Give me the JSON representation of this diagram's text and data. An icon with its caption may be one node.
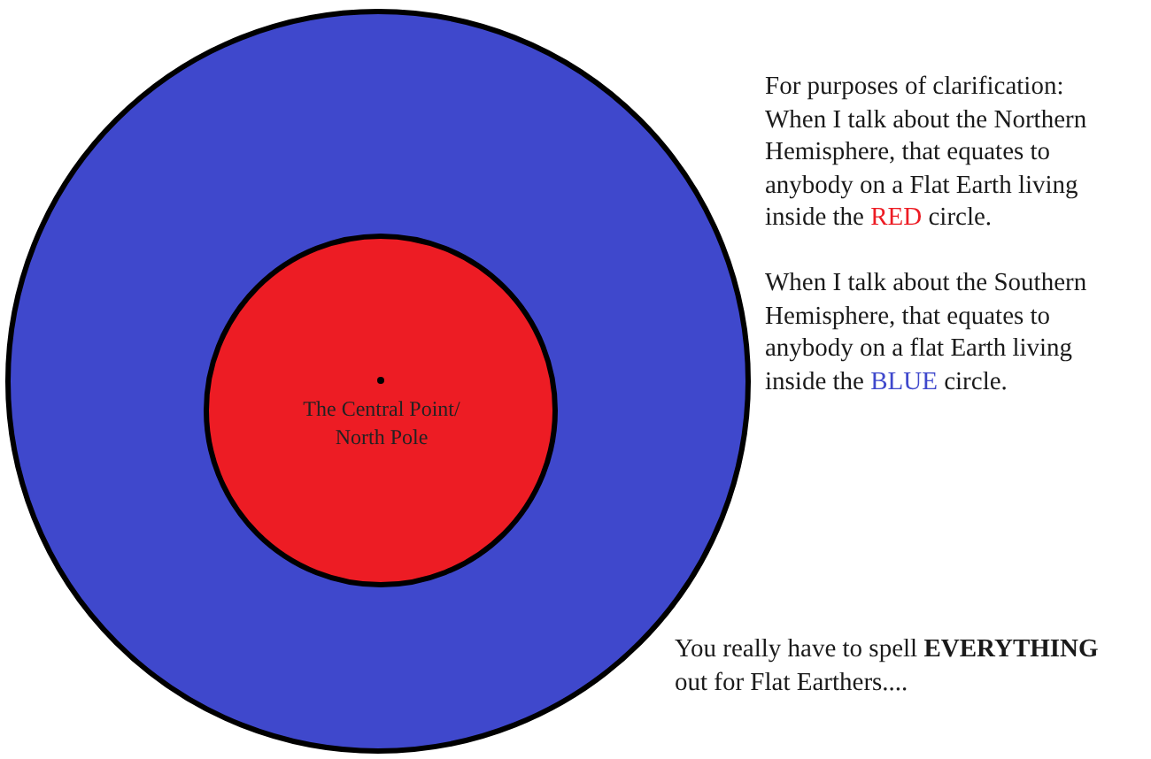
{
  "diagram": {
    "nodes": [
      {
        "text": [],
        "shape": "circle"
      },
      {
        "text": [
          "The Central Point/ North Pole"
        ],
        "in": 0
      }
    ],
    "edges": [],
    "labels": [
      "For purposes of clarification:",
      "When I talk about the Northern Hemisphere, that equates to anybody on a Flat Earth living inside the RED circle.",
      "When I talk about the Southern Hemisphere, that equates to anybody on a flat Earth living inside the BLUE circle.",
      "You really have to spell **EVERYTHING** out for Flat Earthers...."
    ]
  }
}
